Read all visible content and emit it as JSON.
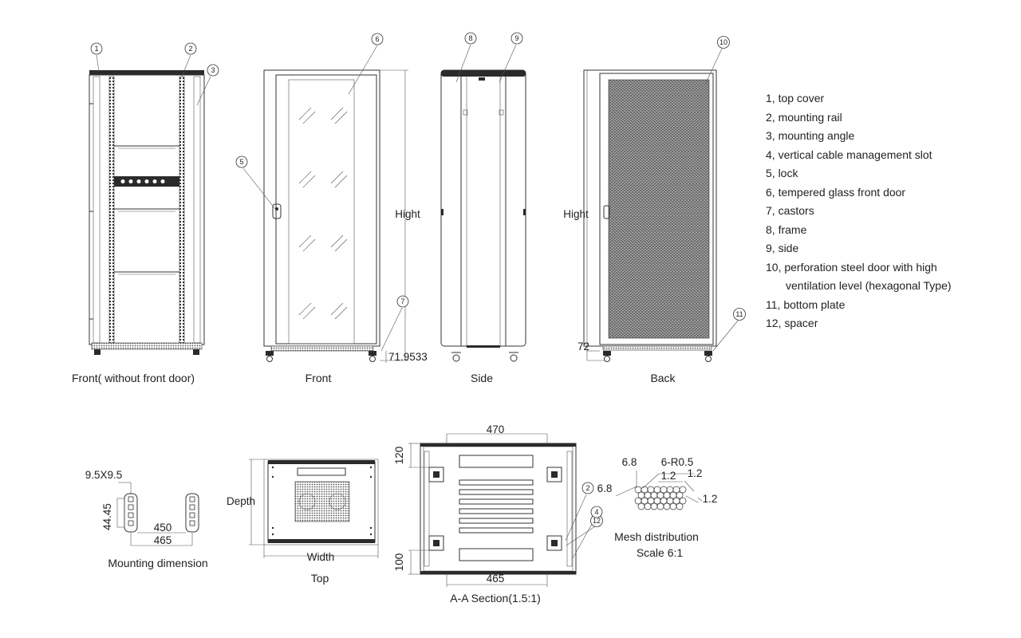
{
  "views": {
    "front_without_door": "Front( without front door)",
    "front": "Front",
    "side": "Side",
    "back": "Back",
    "top": "Top",
    "mounting": "Mounting dimension",
    "section": "A-A Section(1.5:1)",
    "mesh_title": "Mesh distribution",
    "mesh_scale": "Scale 6:1"
  },
  "dimensions": {
    "height_front": "Hight",
    "height_back": "Hight",
    "castor_front": "71.9533",
    "castor_back": "72",
    "depth": "Depth",
    "width": "Width",
    "sec_470": "470",
    "sec_120": "120",
    "sec_100": "100",
    "sec_465": "465",
    "mount_95": "9.5X9.5",
    "mount_4445": "44.45",
    "mount_450": "450",
    "mount_465": "465",
    "mesh_68a": "6.8",
    "mesh_68b": "6.8",
    "mesh_r05": "6-R0.5",
    "mesh_12a": "1.2",
    "mesh_12b": "1.2",
    "mesh_12c": "1.2"
  },
  "callouts": [
    "1",
    "2",
    "3",
    "5",
    "6",
    "7",
    "8",
    "9",
    "10",
    "11",
    "2",
    "12",
    "4"
  ],
  "legend": [
    "1, top cover",
    "2, mounting rail",
    "3, mounting angle",
    "4, vertical cable management slot",
    "5, lock",
    "6, tempered glass front door",
    "7, castors",
    "8, frame",
    "9, side",
    "10, perforation steel door with high",
    "ventilation level  (hexagonal Type)",
    "11, bottom plate",
    "12, spacer"
  ]
}
